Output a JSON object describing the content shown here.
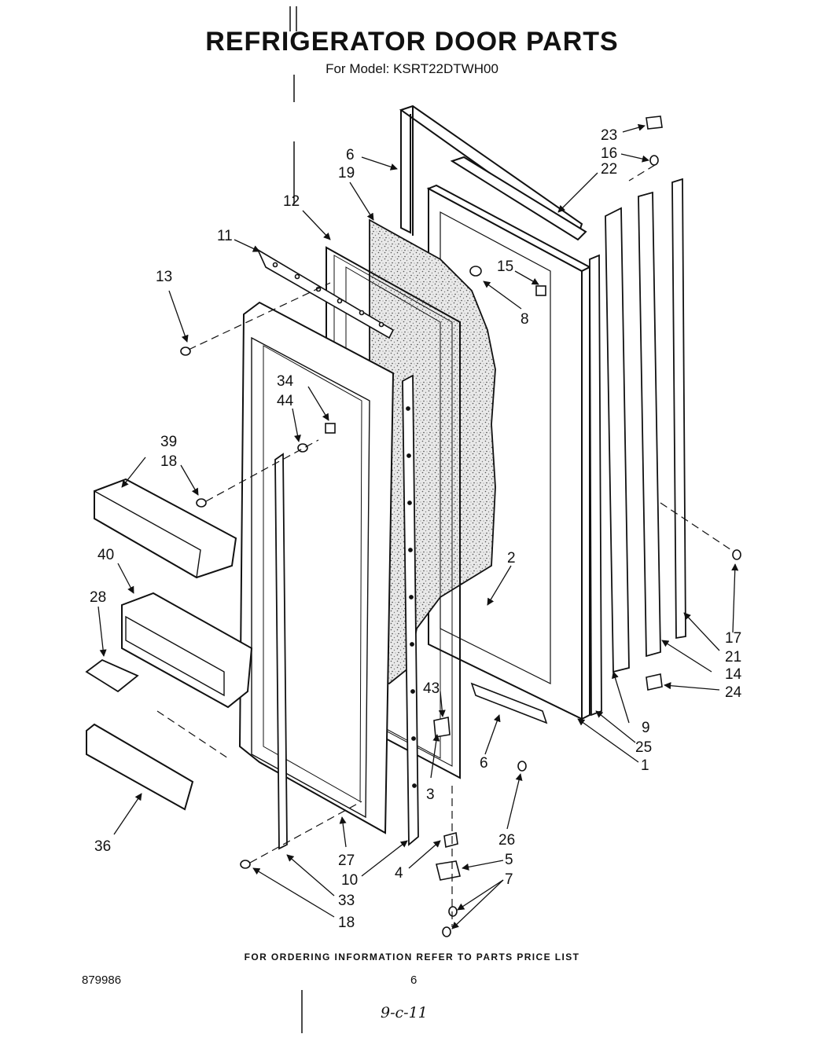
{
  "title": "REFRIGERATOR DOOR PARTS",
  "subtitle": "For Model: KSRT22DTWH00",
  "footer": "FOR ORDERING INFORMATION REFER TO PARTS PRICE LIST",
  "doc_number": "879986",
  "page_number": "6",
  "handwritten_note": "9-c-11",
  "callouts": [
    {
      "id": "c23",
      "text": "23"
    },
    {
      "id": "c16",
      "text": "16"
    },
    {
      "id": "c22",
      "text": "22"
    },
    {
      "id": "c6a",
      "text": "6"
    },
    {
      "id": "c19",
      "text": "19"
    },
    {
      "id": "c12",
      "text": "12"
    },
    {
      "id": "c11",
      "text": "11"
    },
    {
      "id": "c13",
      "text": "13"
    },
    {
      "id": "c15",
      "text": "15"
    },
    {
      "id": "c8",
      "text": "8"
    },
    {
      "id": "c34",
      "text": "34"
    },
    {
      "id": "c44",
      "text": "44"
    },
    {
      "id": "c39",
      "text": "39"
    },
    {
      "id": "c18a",
      "text": "18"
    },
    {
      "id": "c40",
      "text": "40"
    },
    {
      "id": "c28",
      "text": "28"
    },
    {
      "id": "c2",
      "text": "2"
    },
    {
      "id": "c17",
      "text": "17"
    },
    {
      "id": "c21",
      "text": "21"
    },
    {
      "id": "c14",
      "text": "14"
    },
    {
      "id": "c24",
      "text": "24"
    },
    {
      "id": "c43",
      "text": "43"
    },
    {
      "id": "c9",
      "text": "9"
    },
    {
      "id": "c25",
      "text": "25"
    },
    {
      "id": "c1",
      "text": "1"
    },
    {
      "id": "c6b",
      "text": "6"
    },
    {
      "id": "c3",
      "text": "3"
    },
    {
      "id": "c26",
      "text": "26"
    },
    {
      "id": "c36",
      "text": "36"
    },
    {
      "id": "c27",
      "text": "27"
    },
    {
      "id": "c10",
      "text": "10"
    },
    {
      "id": "c4",
      "text": "4"
    },
    {
      "id": "c5",
      "text": "5"
    },
    {
      "id": "c7",
      "text": "7"
    },
    {
      "id": "c33",
      "text": "33"
    },
    {
      "id": "c18b",
      "text": "18"
    }
  ]
}
